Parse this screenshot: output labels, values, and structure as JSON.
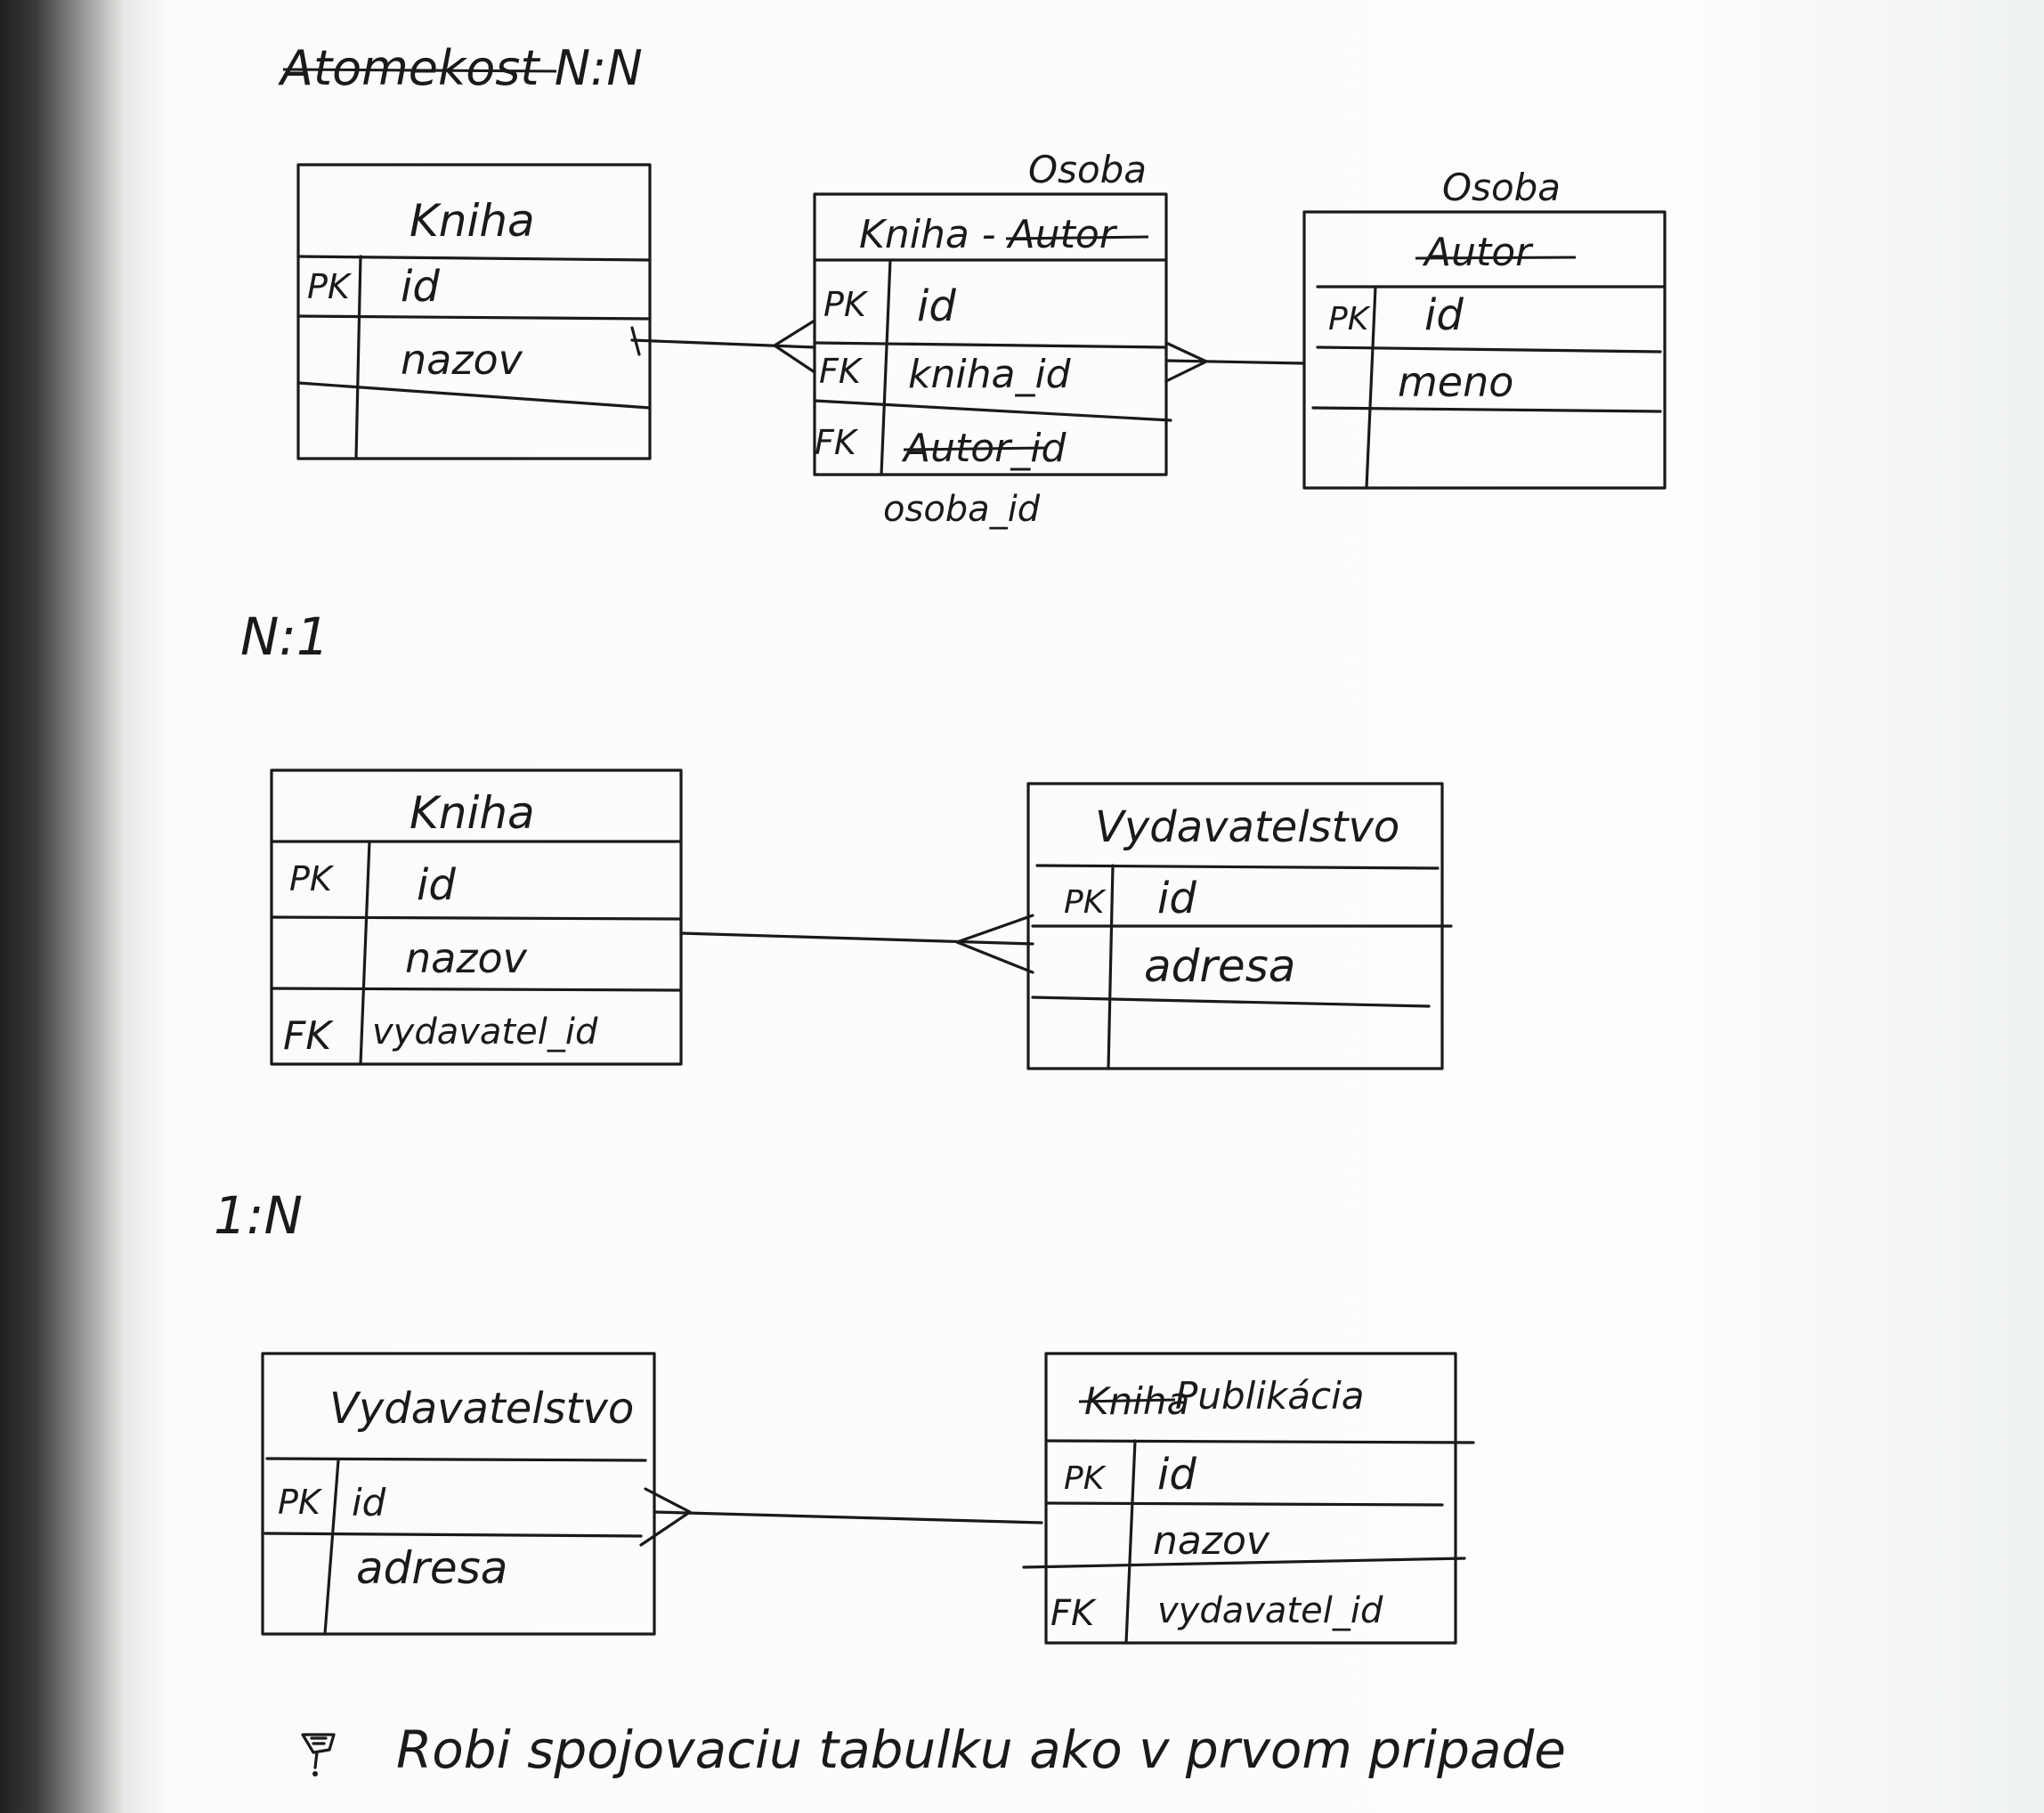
{
  "headings": {
    "nn": "Atomekost N:N",
    "n1": "N:1",
    "one_n": "1:N"
  },
  "nn": {
    "kniha": {
      "title": "Kniha",
      "rows": [
        {
          "key": "PK",
          "field": "id"
        },
        {
          "key": "",
          "field": "nazov"
        },
        {
          "key": "",
          "field": ""
        }
      ]
    },
    "junction": {
      "note_above": "Osoba",
      "title": "Kniha - Autor",
      "rows": [
        {
          "key": "PK",
          "field": "id"
        },
        {
          "key": "FK",
          "field": "kniha_id"
        },
        {
          "key": "FK",
          "field": "Autor_id"
        }
      ],
      "note_below": "osoba_id"
    },
    "autor": {
      "note_above": "Osoba",
      "title": "Autor",
      "rows": [
        {
          "key": "PK",
          "field": "id"
        },
        {
          "key": "",
          "field": "meno"
        },
        {
          "key": "",
          "field": ""
        }
      ]
    }
  },
  "n1": {
    "kniha": {
      "title": "Kniha",
      "rows": [
        {
          "key": "PK",
          "field": "id"
        },
        {
          "key": "",
          "field": "nazov"
        },
        {
          "key": "FK",
          "field": "vydavatel_id"
        }
      ]
    },
    "vydavatelstvo": {
      "title": "Vydavatelstvo",
      "rows": [
        {
          "key": "PK",
          "field": "id"
        },
        {
          "key": "",
          "field": "adresa"
        },
        {
          "key": "",
          "field": ""
        }
      ]
    }
  },
  "one_n": {
    "vydavatelstvo": {
      "title": "Vydavatelstvo",
      "rows": [
        {
          "key": "PK",
          "field": "id"
        },
        {
          "key": "",
          "field": "adresa"
        }
      ]
    },
    "publikacia": {
      "title_struck": "Kniha",
      "title": "Publikácia",
      "rows": [
        {
          "key": "PK",
          "field": "id"
        },
        {
          "key": "",
          "field": "nazov"
        },
        {
          "key": "FK",
          "field": "vydavatel_id"
        }
      ]
    }
  },
  "footer_note": "Robi spojovaciu tabulku ako v prvom pripade",
  "colors": {
    "ink": "#1a1a1a",
    "paper": "#fdfdfc",
    "edge": "#2a2a2a"
  }
}
